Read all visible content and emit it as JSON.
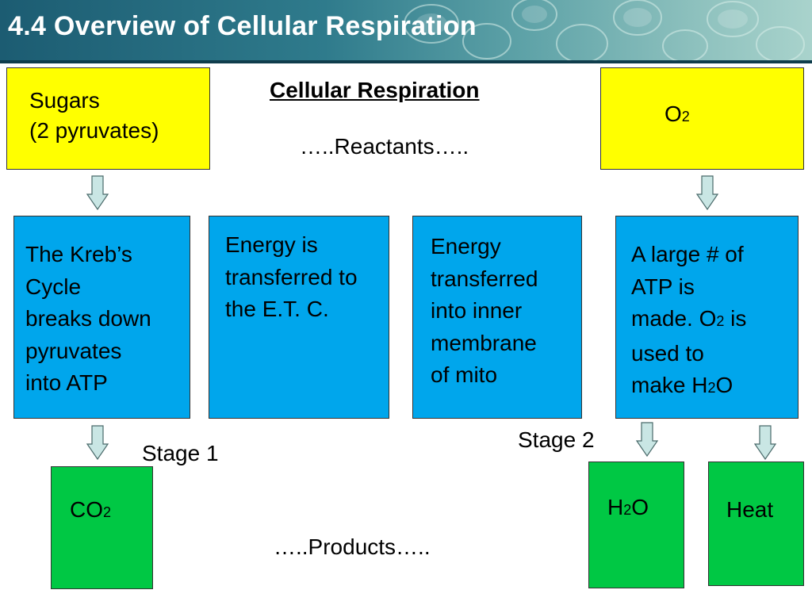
{
  "slide_title": "4.4 Overview of Cellular Respiration",
  "heading": "Cellular Respiration",
  "reactants_label": "…..Reactants…..",
  "products_label": "…..Products…..",
  "stage1_label": "Stage 1",
  "stage2_label": "Stage 2",
  "reactants": {
    "sugars": {
      "line1": "Sugars",
      "line2": "(2 pyruvates)"
    },
    "oxygen": {
      "main": "O",
      "sub": "2"
    }
  },
  "steps": {
    "krebs": {
      "lines": [
        "The Kreb’s",
        "Cycle",
        "breaks down",
        "pyruvates",
        "into ATP"
      ]
    },
    "energy_etc": {
      "lines": [
        "Energy is",
        "transferred to",
        "the E.T. C."
      ]
    },
    "energy_membrane": {
      "lines": [
        "Energy",
        "transferred",
        "into inner",
        "membrane",
        "of mito"
      ]
    },
    "atp": {
      "line1": "A large # of",
      "line2": "ATP is",
      "line3_pre": "made. O",
      "line3_sub": "2",
      "line3_post": " is",
      "line4": "used to",
      "line5_pre": "make H",
      "line5_sub": "2",
      "line5_post": "O"
    }
  },
  "products": {
    "co2": {
      "main": "CO",
      "sub": "2"
    },
    "h2o": {
      "pre": "H",
      "sub": "2",
      "post": "O"
    },
    "heat": "Heat"
  },
  "colors": {
    "reactant_box": "#ffff00",
    "step_box": "#00a6ec",
    "product_box": "#00c844",
    "arrow_fill": "#c9e6e4",
    "title_text": "#ffffff"
  }
}
